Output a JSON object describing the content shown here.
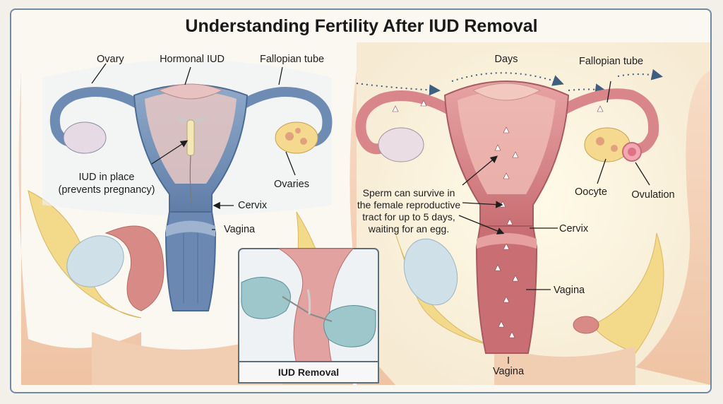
{
  "title": "Understanding Fertility After IUD Removal",
  "left": {
    "ovary": "Ovary",
    "hormonal_iud": "Hormonal IUD",
    "fallopian_tube": "Fallopian tube",
    "iud_in_place_1": "IUD in place",
    "iud_in_place_2": "(prevents pregnancy)",
    "ovaries": "Ovaries",
    "cervix": "Cervix",
    "vagina": "Vagina"
  },
  "inset": {
    "caption": "IUD Removal"
  },
  "right": {
    "days": "Days",
    "fallopian_tube": "Fallopian tube",
    "sperm_note": [
      "Sperm can survive in",
      "the female reproductive",
      "tract for up to 5 days,",
      "waiting for an egg."
    ],
    "oocyte": "Oocyte",
    "ovulation": "Ovulation",
    "cervix": "Cervix",
    "vagina_upper": "Vagina",
    "vagina_lower": "Vagina"
  },
  "colors": {
    "frame": "#6f8aa3",
    "left_organ": "#7f9cbf",
    "right_organ": "#d9868a",
    "fat": "#f3d98a",
    "skin": "#f3cfb4"
  }
}
